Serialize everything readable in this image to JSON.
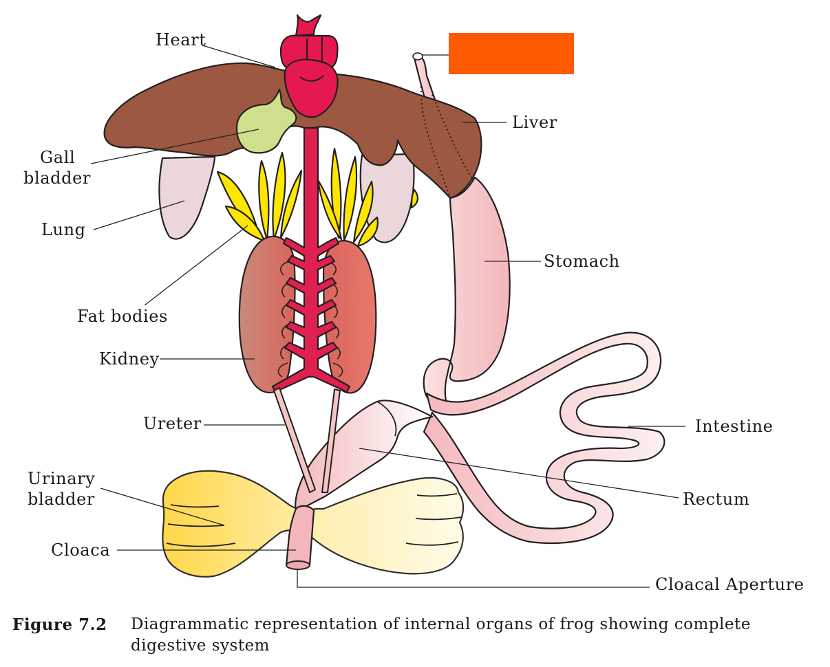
{
  "labels": {
    "heart": "Heart",
    "liver": "Liver",
    "gall_bladder_line1": "Gall",
    "gall_bladder_line2": "bladder",
    "lung": "Lung",
    "stomach": "Stomach",
    "fat_bodies": "Fat bodies",
    "kidney": "Kidney",
    "ureter": "Ureter",
    "intestine": "Intestine",
    "rectum": "Rectum",
    "urinary_bladder_line1": "Urinary",
    "urinary_bladder_line2": "bladder",
    "cloaca": "Cloaca",
    "cloacal_aperture": "Cloacal Aperture"
  },
  "caption": {
    "number": "Figure 7.2",
    "text": "Diagrammatic representation of internal organs of frog showing complete digestive system"
  },
  "colors": {
    "liver": "#9c5840",
    "heart": "#e5194f",
    "gall_bladder": "#cfe08c",
    "lung": "#ebd7da",
    "fat_bodies": "#ffe600",
    "kidney": "#cc6f66",
    "artery": "#e0204f",
    "stomach": "#f7cccc",
    "urinary_bladder": "#ffd64a",
    "hidden_label_box": "#ff5a00"
  }
}
